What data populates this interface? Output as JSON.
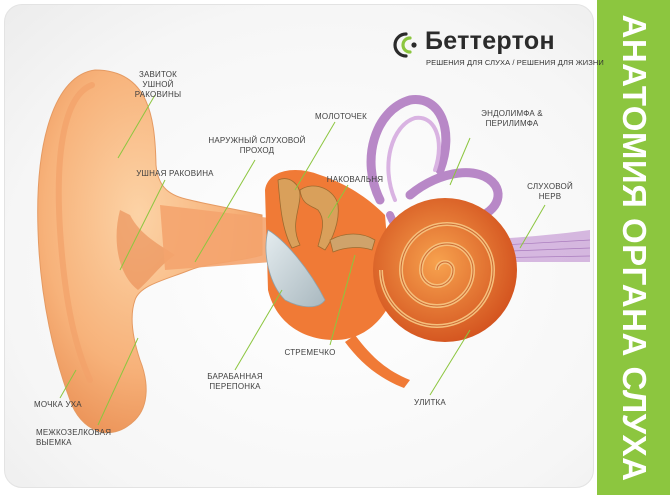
{
  "brand": {
    "name": "Беттертон",
    "tagline": "РЕШЕНИЯ ДЛЯ СЛУХА / РЕШЕНИЯ ДЛЯ ЖИЗНИ",
    "logo_icon": "hearing-waves-logo-icon"
  },
  "title": "АНАТОМИЯ ОРГАНА СЛУХА",
  "labels": {
    "helix": "ЗАВИТОК\nУШНОЙ РАКОВИНЫ",
    "ear_canal": "НАРУЖНЫЙ СЛУХОВОЙ\nПРОХОД",
    "malleus": "МОЛОТОЧЕК",
    "endolymph": "ЭНДОЛИМФА &\nПЕРИЛИМФА",
    "auricle": "УШНАЯ РАКОВИНА",
    "incus": "НАКОВАЛЬНЯ",
    "auditory_nerve": "СЛУХОВОЙ\nНЕРВ",
    "stapes": "СТРЕМЕЧКО",
    "eardrum": "БАРАБАННАЯ\nПЕРЕПОНКА",
    "earlobe": "МОЧКА УХА",
    "cochlea": "УЛИТКА",
    "intertragic_notch": "МЕЖКОЗЕЛКОВАЯ\nВЫЕМКА"
  },
  "colors": {
    "accent_green": "#8cc63f",
    "skin": "#f7b27a",
    "skin_dark": "#e88a4e",
    "bone": "#d9a05b",
    "cochlea": "#e2682a",
    "leader_line": "#8cc63f"
  }
}
